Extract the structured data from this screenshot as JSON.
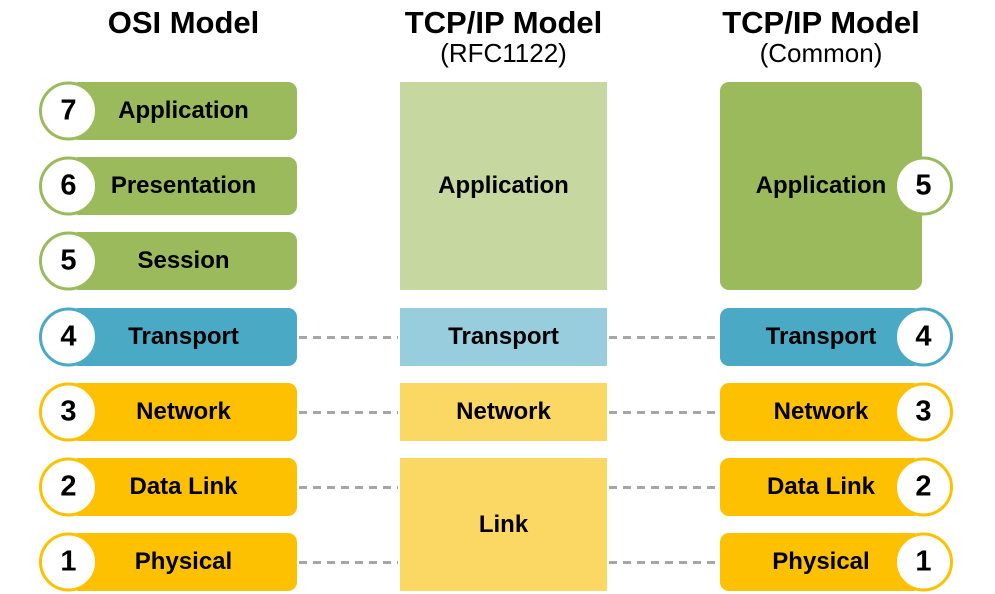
{
  "colors": {
    "green": "#9BBA5C",
    "green-light": "#C6D8A0",
    "teal": "#4AA9C5",
    "teal-light": "#97CDDC",
    "yellow": "#FDC101",
    "yellow-light": "#FBD763",
    "dash": "#A6A6A6"
  },
  "columns": {
    "osi": {
      "title": "OSI Model",
      "layers": [
        {
          "num": "7",
          "label": "Application"
        },
        {
          "num": "6",
          "label": "Presentation"
        },
        {
          "num": "5",
          "label": "Session"
        },
        {
          "num": "4",
          "label": "Transport"
        },
        {
          "num": "3",
          "label": "Network"
        },
        {
          "num": "2",
          "label": "Data Link"
        },
        {
          "num": "1",
          "label": "Physical"
        }
      ]
    },
    "rfc": {
      "title": "TCP/IP Model",
      "subtitle": "(RFC1122)",
      "layers": [
        {
          "label": "Application"
        },
        {
          "label": "Transport"
        },
        {
          "label": "Network"
        },
        {
          "label": "Link"
        }
      ]
    },
    "common": {
      "title": "TCP/IP Model",
      "subtitle": "(Common)",
      "layers": [
        {
          "num": "5",
          "label": "Application"
        },
        {
          "num": "4",
          "label": "Transport"
        },
        {
          "num": "3",
          "label": "Network"
        },
        {
          "num": "2",
          "label": "Data Link"
        },
        {
          "num": "1",
          "label": "Physical"
        }
      ]
    }
  }
}
